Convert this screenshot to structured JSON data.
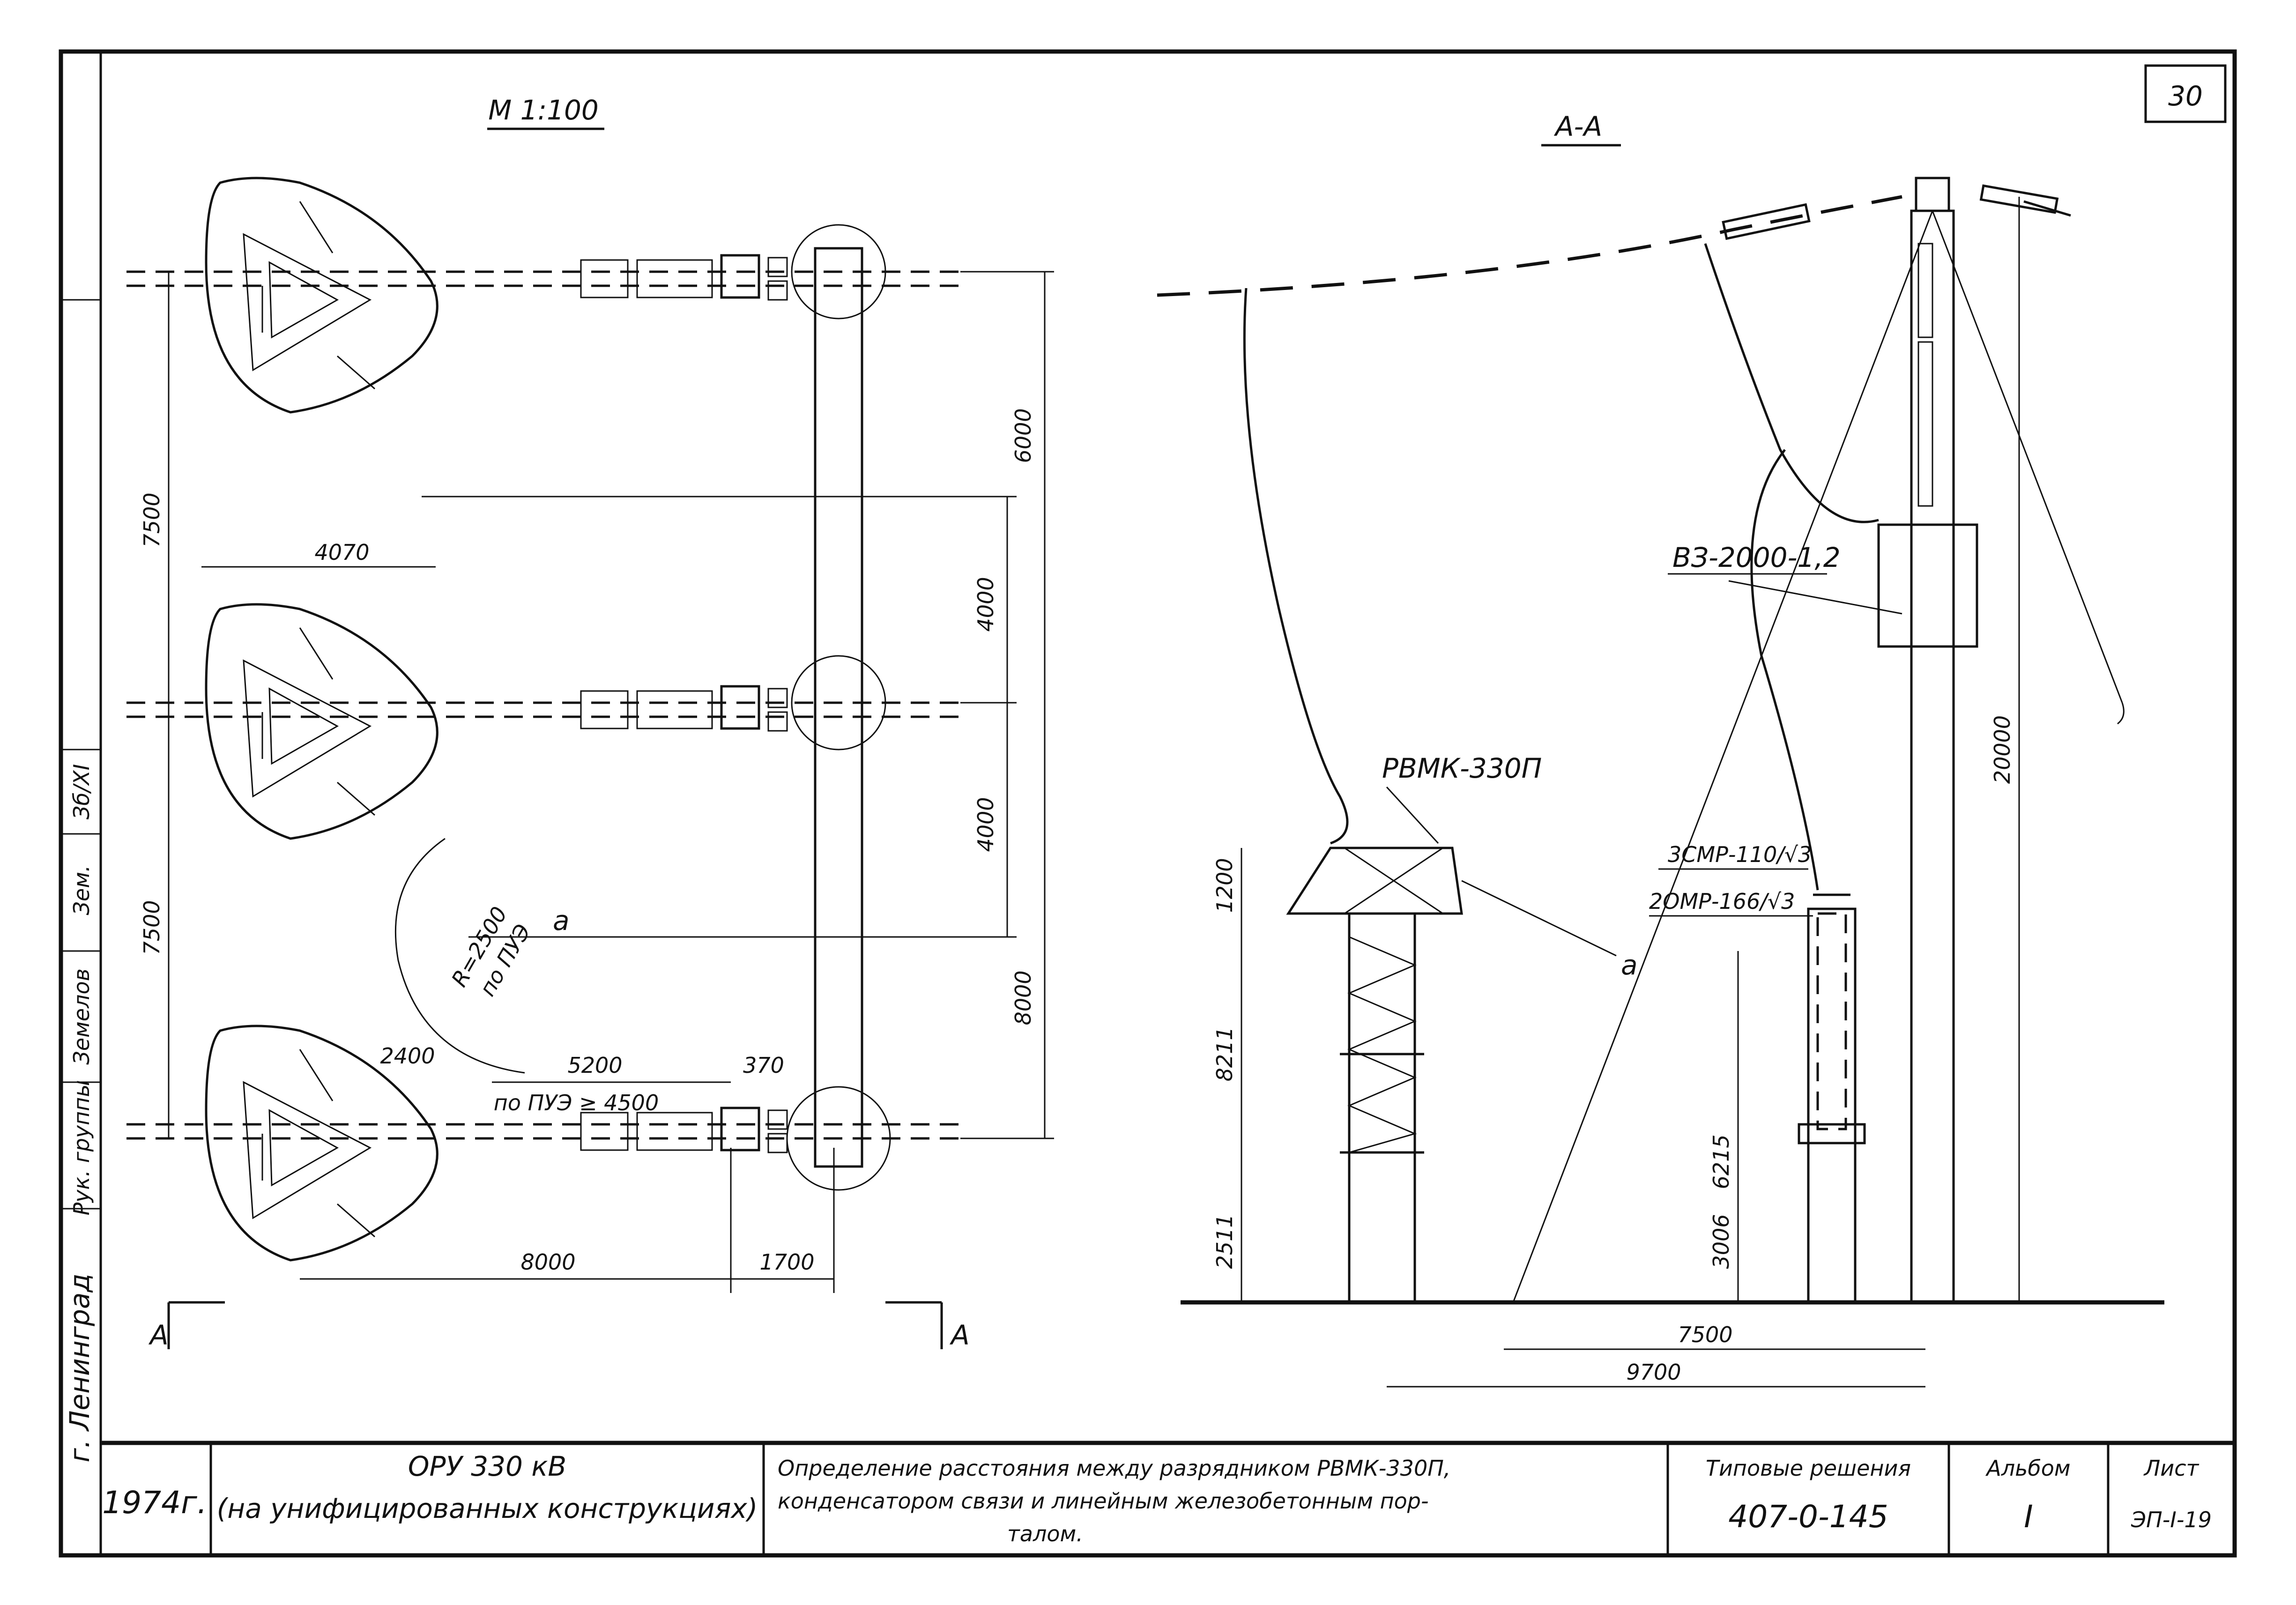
{
  "sheet_number": "30",
  "plan_view": {
    "scale_label": "М 1:100",
    "dims": {
      "d6000": "6000",
      "d4000a": "4000",
      "d4000b": "4000",
      "d8000r": "8000",
      "d7500a": "7500",
      "d7500b": "7500",
      "d4070": "4070",
      "d2400": "2400",
      "d5200": "5200",
      "pue_4500": "по ПУЭ ≥ 4500",
      "d370": "370",
      "d8000b": "8000",
      "d1700": "1700",
      "radius": "R=2500",
      "radius_note": "по ПУЭ",
      "point_a": "a"
    },
    "section_marks": {
      "left": "A",
      "right": "A"
    }
  },
  "section_view": {
    "title": "A-A",
    "labels": {
      "switch": "ВЗ-2000-1,2",
      "arrester": "РВМК-330П",
      "cap1": "3СМР-110/√3",
      "cap2": "2ОМР-166/√3",
      "point_a": "a"
    },
    "dims": {
      "d20000": "20000",
      "d1200": "1200",
      "d8211": "8211",
      "d2511": "2511",
      "d6215": "6215",
      "d3006": "3006",
      "d7500": "7500",
      "d9700": "9700"
    }
  },
  "side_stamp": {
    "city": "г. Ленинград",
    "role1": "Рук. группы",
    "name1": "Земелов",
    "sig": "Зем.",
    "field": "Зб/XI"
  },
  "title_block": {
    "year": "1974г.",
    "project_line1": "ОРУ 330 кВ",
    "project_line2": "(на унифицированных конструкциях)",
    "desc_line1": "Определение расстояния между разрядником РВМК-330П,",
    "desc_line2": "конденсатором связи и линейным железобетонным пор-",
    "desc_line3": "талом.",
    "typical_label": "Типовые решения",
    "typical_value": "407-0-145",
    "album_label": "Альбом",
    "album_value": "I",
    "sheet_label": "Лист",
    "sheet_value": "ЭП-I-19"
  }
}
